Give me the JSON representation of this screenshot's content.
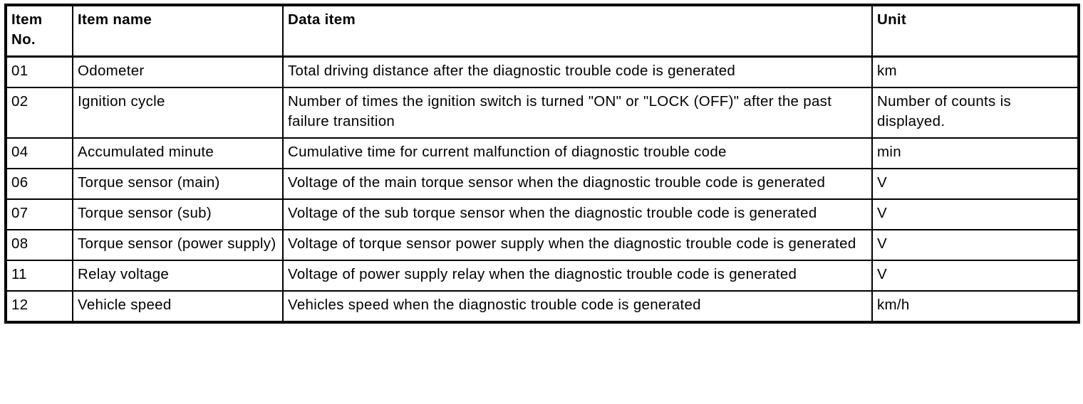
{
  "page": {
    "background_color": "#ffffff",
    "border_color": "#000000",
    "text_color": "#000000"
  },
  "table": {
    "title": "diagnostic-trouble-code-data-items",
    "columns": [
      {
        "key": "item_no",
        "label": "Item\nNo."
      },
      {
        "key": "item_name",
        "label": "Item name"
      },
      {
        "key": "data_item",
        "label": "Data item"
      },
      {
        "key": "unit",
        "label": "Unit"
      }
    ],
    "rows": [
      {
        "item_no": "01",
        "item_name": "Odometer",
        "data_item": "Total driving distance after the diagnostic trouble code is generated",
        "unit": "km"
      },
      {
        "item_no": "02",
        "item_name": "Ignition cycle",
        "data_item": "Number of times the ignition switch is turned \"ON\" or \"LOCK (OFF)\" after the past failure transition",
        "unit": "Number of counts is displayed."
      },
      {
        "item_no": "04",
        "item_name": "Accumulated minute",
        "data_item": "Cumulative time for current malfunction of diagnostic trouble code",
        "unit": "min"
      },
      {
        "item_no": "06",
        "item_name": "Torque sensor (main)",
        "data_item": "Voltage of the main torque sensor when the diagnostic trouble code is generated",
        "unit": "V"
      },
      {
        "item_no": "07",
        "item_name": "Torque sensor (sub)",
        "data_item": "Voltage of the sub torque sensor when the diagnostic trouble code is generated",
        "unit": "V"
      },
      {
        "item_no": "08",
        "item_name": "Torque sensor (power supply)",
        "data_item": "Voltage of torque sensor power supply when the diagnostic trouble code is generated",
        "unit": "V"
      },
      {
        "item_no": "11",
        "item_name": "Relay voltage",
        "data_item": "Voltage of power supply relay when the diagnostic trouble code is generated",
        "unit": "V"
      },
      {
        "item_no": "12",
        "item_name": "Vehicle speed",
        "data_item": "Vehicles speed when the diagnostic trouble code is generated",
        "unit": "km/h"
      }
    ]
  }
}
